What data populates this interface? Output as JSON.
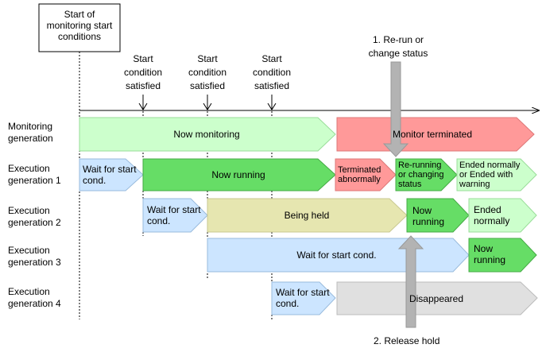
{
  "start_box": "Start of\nmonitoring start\nconditions",
  "start_condition": "Start\ncondition\nsatisfied",
  "annotation_rerun": "1. Re-run or\nchange status",
  "annotation_release": "2. Release hold",
  "rows": [
    {
      "label": "Monitoring\ngeneration"
    },
    {
      "label": "Execution\ngeneration 1"
    },
    {
      "label": "Execution\ngeneration 2"
    },
    {
      "label": "Execution\ngeneration 3"
    },
    {
      "label": "Execution\ngeneration 4"
    }
  ],
  "blocks": {
    "now_monitoring": "Now monitoring",
    "monitor_terminated": "Monitor terminated",
    "g1_wait": "Wait for start\ncond.",
    "g1_running": "Now running",
    "g1_terminated": "Terminated\nabnormally",
    "g1_rerunning": "Re-running\nor changing\nstatus",
    "g1_ended": "Ended normally\nor Ended with\nwarning",
    "g2_wait": "Wait for start\ncond.",
    "g2_held": "Being held",
    "g2_running": "Now\nrunning",
    "g2_ended": "Ended\nnormally",
    "g3_wait": "Wait for start cond.",
    "g3_running": "Now\nrunning",
    "g4_wait": "Wait for start\ncond.",
    "g4_disappeared": "Disappeared"
  },
  "colors": {
    "light_green": "#CCFFCC",
    "green": "#66DD66",
    "red": "#FF9999",
    "blue": "#CCE5FF",
    "yellow": "#E6E6B0",
    "gray": "#E0E0E0",
    "arrow_gray": "#B3B3B3"
  }
}
